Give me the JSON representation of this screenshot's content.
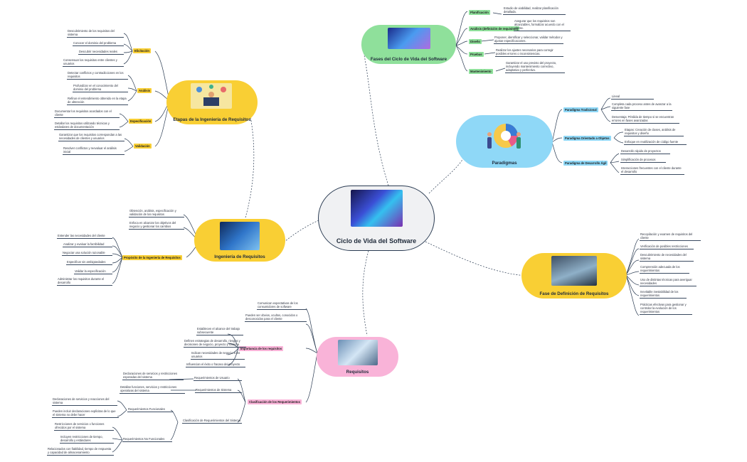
{
  "center": {
    "title": "Ciclo de Vida del Software"
  },
  "fases": {
    "title": "Fases del Ciclo de Vida del Software",
    "branches": [
      {
        "label": "Planificación",
        "items": [
          "Estudio de viabilidad, realizar planificación detallada."
        ]
      },
      {
        "label": "Análisis (definición de requisitos)",
        "items": [
          "Asegurar que los requisitos son alcanzables, formalizar acuerdo con el cliente."
        ]
      },
      {
        "label": "Diseño",
        "items": [
          "Proponer, identificar y seleccionar, validar métodos y ajustar especificaciones."
        ]
      },
      {
        "label": "Pruebas",
        "items": [
          "Realizar los ajustes necesarios para corregir posibles errores o inconsistencias."
        ]
      },
      {
        "label": "Mantenimiento",
        "items": [
          "Garantizar el uso previsto del proyecto, incluyendo mantenimiento correctivo, adaptativo y perfectivo."
        ]
      }
    ]
  },
  "paradigmas": {
    "title": "Paradigmas",
    "branches": [
      {
        "label": "Paradigma Tradicional",
        "items": [
          "Lineal",
          "Completa cada proceso antes de avanzar a la siguiente fase",
          "Desventaja: Pérdida de tiempo si se encuentran errores en fases avanzadas"
        ]
      },
      {
        "label": "Paradigma Orientado a Objetos",
        "items": [
          "Etapas: Creación de clases, análisis de requisitos y diseño",
          "Enfoque en reutilización de código fuente"
        ]
      },
      {
        "label": "Paradigma de Desarrollo Ágil",
        "items": [
          "Desarrollo rápido de proyectos",
          "Simplificación de procesos",
          "Interacciones frecuentes con el cliente durante el desarrollo"
        ]
      }
    ]
  },
  "fase_definicion": {
    "title": "Fase de Definición de Requisitos",
    "items": [
      "Recopilación y examen de requisitos del cliente",
      "Verificación de posibles restricciones",
      "Descubrimiento de necesidades del sistema",
      "Comprensión adecuada de los requerimientos",
      "Uso de distintas técnicas para averiguar necesidades",
      "Inevitable inestabilidad de los requerimientos",
      "Prácticas efectivas para gestionar y controlar la evolución de los requerimientos"
    ]
  },
  "requisitos": {
    "title": "Requisitos",
    "top_items": [
      "Comunican expectativas de los consumidores de software",
      "Pueden ser obvios, ocultos, conocidos o desconocidos para el cliente"
    ],
    "importancia": {
      "label": "Importancia de los requisitos",
      "items": [
        "Establecen el alcance del trabajo subsecuente",
        "Definen estrategias de desarrollo, riesgos y decisiones de negocio, proyecto y sistema",
        "Indican necesidades de negocio a los usuarios",
        "Influencian el éxito o fracaso del proyecto"
      ]
    },
    "clasificacion": {
      "label": "Clasificación de los Requerimientos",
      "usuario": {
        "label": "Requerimientos de Usuario",
        "items": [
          "Declaraciones de servicios y restricciones esperadas del sistema"
        ]
      },
      "sistema": {
        "label": "Requerimientos de Sistema",
        "items": [
          "Detallan funciones, servicios y restricciones operativas del sistema"
        ]
      },
      "clas_sistema": {
        "label": "Clasificación de Requerimientos del Sistema",
        "funcionales": {
          "label": "Requerimientos Funcionales",
          "items": [
            "Declaraciones de servicios y reacciones del sistema",
            "Pueden incluir declaraciones explícitas de lo que el sistema no debe hacer"
          ]
        },
        "no_funcionales": {
          "label": "Requerimientos No Funcionales",
          "items": [
            "Restricciones de servicios o funciones ofrecidos por el sistema",
            "Incluyen restricciones de tiempo, desarrollo y estándares",
            "Relacionados con fiabilidad, tiempo de respuesta y capacidad de almacenamiento"
          ]
        }
      }
    }
  },
  "ingenieria": {
    "title": "Ingeniería de Requisitos",
    "top_items": [
      "Obtención, análisis, especificación y validación de los requisitos",
      "Enfoca en alcanzar los objetivos del negocio y gestionar los cambios"
    ],
    "proposito": {
      "label": "Propósito de la Ingeniería de Requisitos",
      "items": [
        "Entender las necesidades del cliente",
        "Analizar y evaluar la factibilidad",
        "Negociar una solución razonable",
        "Especificar sin ambigüedades",
        "Validar la especificación",
        "Administrar los requisitos durante el desarrollo"
      ]
    }
  },
  "etapas": {
    "title": "Etapas de la Ingeniería de Requisitos",
    "branches": [
      {
        "label": "Elicitación",
        "items": [
          "Descubrimiento de los requisitos del sistema",
          "Conocer el dominio del problema",
          "Descubrir necesidades reales",
          "Consensuar los requisitos entre clientes y usuarios"
        ]
      },
      {
        "label": "Análisis",
        "items": [
          "Detectar conflictos y contradicciones en los requisitos",
          "Profundizar en el conocimiento del dominio del problema",
          "Refinar el entendimiento obtenido en la etapa de obtención"
        ]
      },
      {
        "label": "Especificación",
        "items": [
          "Documentar los requisitos acordados con el cliente",
          "Detallar los requisitos utilizando técnicas y estándares de documentación"
        ]
      },
      {
        "label": "Validación",
        "items": [
          "Garantizar que los requisitos correspondan a las necesidades de clientes y usuarios",
          "Resolver conflictos y reevaluar el análisis inicial"
        ]
      }
    ]
  }
}
